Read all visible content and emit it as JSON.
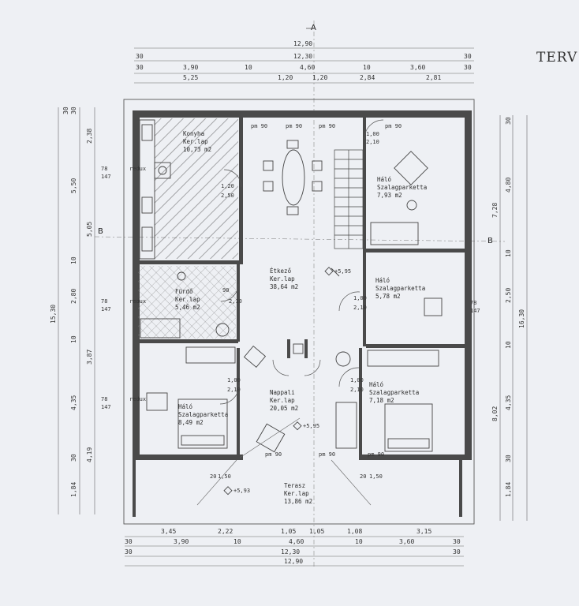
{
  "header_text": "TERV",
  "section_marks": {
    "a_top": "A",
    "b_left": "B",
    "b_right": "B"
  },
  "top_dims": {
    "row1": [
      "12,90"
    ],
    "row2": [
      "30",
      "12,30",
      "30"
    ],
    "row3": [
      "30",
      "3,90",
      "10",
      "4,60",
      "10",
      "3,60",
      "30"
    ],
    "row4": [
      "5,25",
      "1,20",
      "1,20",
      "2,84",
      "2,81"
    ]
  },
  "bottom_dims": {
    "row1": [
      "3,45",
      "2,22",
      "1,05",
      "1,05",
      "1,08",
      "3,15"
    ],
    "row2": [
      "30",
      "3,90",
      "10",
      "4,60",
      "10",
      "3,60",
      "30"
    ],
    "row3": [
      "30",
      "12,30",
      "30"
    ],
    "row4": [
      "12,90"
    ]
  },
  "left_dims": {
    "outer": "15,30",
    "mid": [
      "5,05",
      "3,87",
      "4,19"
    ],
    "inner": [
      "30",
      "30",
      "5,50",
      "10",
      "2,80",
      "10",
      "4,35",
      "30",
      "1,84"
    ],
    "extra": [
      "2,38"
    ]
  },
  "right_dims": {
    "outer": "16,30",
    "mid": [
      "7,28",
      "8,02"
    ],
    "inner": [
      "30",
      "4,80",
      "10",
      "2,50",
      "10",
      "4,35",
      "30",
      "1,84"
    ]
  },
  "rooms": [
    {
      "name": "Konyha",
      "floor": "Ker.lap",
      "area": "10,73 m2"
    },
    {
      "name": "Háló",
      "floor": "Szalagparketta",
      "area": "7,93 m2"
    },
    {
      "name": "Étkező",
      "floor": "Ker.lap",
      "area": "38,64 m2"
    },
    {
      "name": "Háló",
      "floor": "Szalagparketta",
      "area": "5,78 m2"
    },
    {
      "name": "Fürdő",
      "floor": "Ker.lap",
      "area": "5,46 m2"
    },
    {
      "name": "Nappali",
      "floor": "Ker.lap",
      "area": "20,05 m2"
    },
    {
      "name": "Háló",
      "floor": "Szalagparketta",
      "area": "8,49 m2"
    },
    {
      "name": "Háló",
      "floor": "Szalagparketta",
      "area": "7,18 m2"
    },
    {
      "name": "Terasz",
      "floor": "Ker.lap",
      "area": "13,86 m2"
    }
  ],
  "levels": [
    "+5,95",
    "+5,95",
    "+5,93"
  ],
  "openings": {
    "window_sill": "pm 90",
    "doors": [
      "1,00",
      "2,10",
      "1,20",
      "2,50",
      "90",
      "2,10"
    ],
    "window_dims": [
      "20",
      "1,50"
    ],
    "vents": [
      "78",
      "147",
      "redux"
    ]
  },
  "colors": {
    "background": "#eef0f4",
    "wall": "#4a4a4a",
    "line": "#555555"
  }
}
